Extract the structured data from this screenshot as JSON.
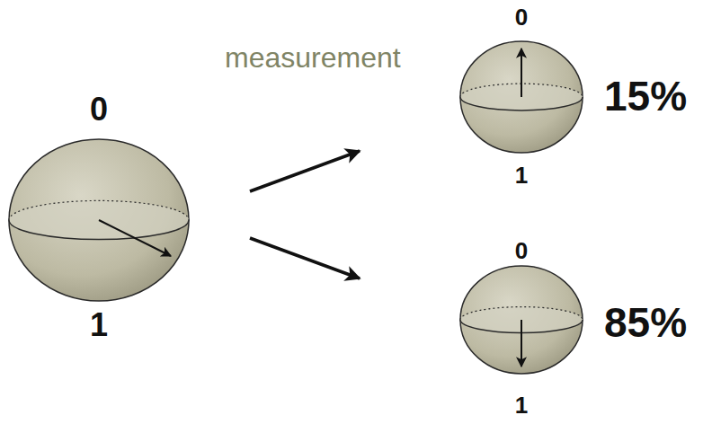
{
  "diagram": {
    "nodes": [
      {
        "text": [
          "0",
          "1"
        ]
      },
      {
        "text": [
          "0",
          "1"
        ]
      },
      {
        "text": [
          "0",
          "1"
        ]
      }
    ],
    "edges": [
      {
        "from": 0,
        "to": 1,
        "arrow": "to"
      },
      {
        "from": 0,
        "to": 2,
        "arrow": "to"
      }
    ],
    "labels": [
      "measurement",
      "15%",
      "85%"
    ]
  }
}
